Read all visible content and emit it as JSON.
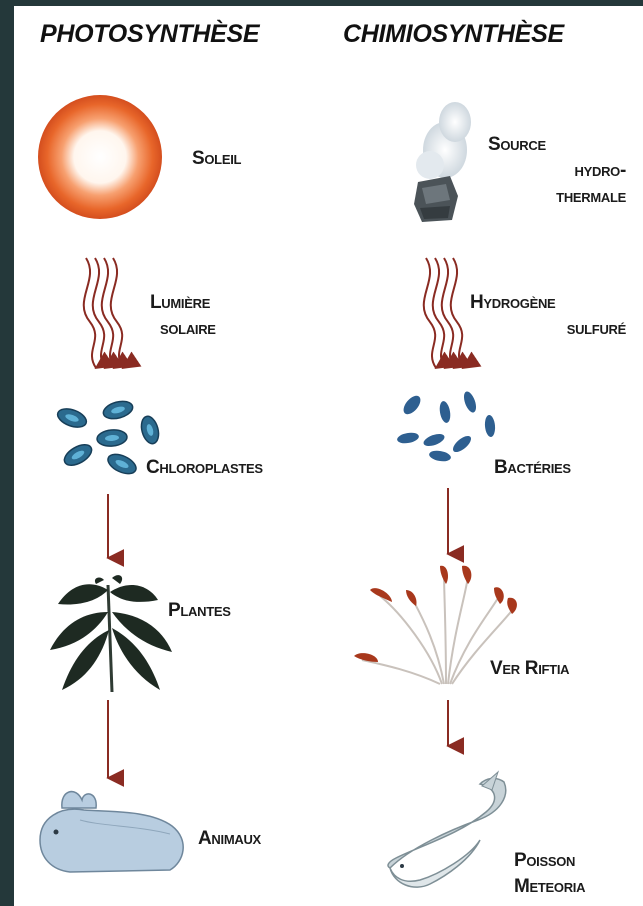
{
  "titles": {
    "left": "PHOTOSYNTHÈSE",
    "right": "CHIMIOSYNTHÈSE"
  },
  "left_column": [
    {
      "id": "soleil",
      "lines": [
        "Soleil"
      ]
    },
    {
      "id": "lumiere",
      "lines": [
        "Lumière",
        "solaire"
      ]
    },
    {
      "id": "chloroplastes",
      "lines": [
        "Chloroplastes"
      ]
    },
    {
      "id": "plantes",
      "lines": [
        "Plantes"
      ]
    },
    {
      "id": "animaux",
      "lines": [
        "Animaux"
      ]
    }
  ],
  "right_column": [
    {
      "id": "source",
      "lines": [
        "Source",
        "hydro-",
        "thermale"
      ]
    },
    {
      "id": "hydrogene",
      "lines": [
        "Hydrogène",
        "sulfuré"
      ]
    },
    {
      "id": "bacteries",
      "lines": [
        "Bactéries"
      ]
    },
    {
      "id": "ver",
      "lines": [
        "Ver Riftia"
      ]
    },
    {
      "id": "poisson",
      "lines": [
        "Poisson",
        "Meteoria"
      ]
    }
  ],
  "colors": {
    "arrow": "#8a2b22",
    "sun": "#e8662a",
    "cell": "#2b6a8e",
    "plant": "#1e2a22",
    "animal": "#b8cde0"
  },
  "icons": [
    "sun-icon",
    "hydrothermal-vent-icon",
    "wavy-arrows-icon",
    "chloroplast-cells-icon",
    "bacteria-icon",
    "plant-icon",
    "riftia-worm-icon",
    "rabbit-icon",
    "fish-icon",
    "down-arrow-icon"
  ]
}
